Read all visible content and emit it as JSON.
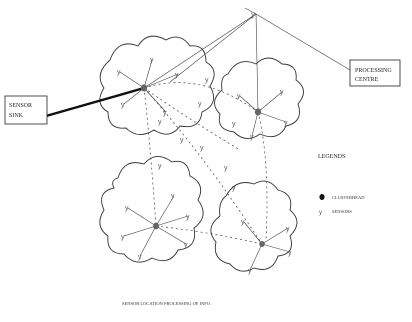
{
  "labels": {
    "processing": [
      "PROCESSING",
      "CENTRE"
    ],
    "sink": [
      "SENSOR",
      "SINK"
    ],
    "legend_title": "LEGENDS",
    "legend_cluster": "CLUSTERHEAD",
    "legend_sensor": "SENSORS",
    "caption": "SENSOR LOCATION PROCESSING OF INFO."
  },
  "colors": {
    "line": "#444444",
    "node": "#111111",
    "box": "#222222"
  }
}
